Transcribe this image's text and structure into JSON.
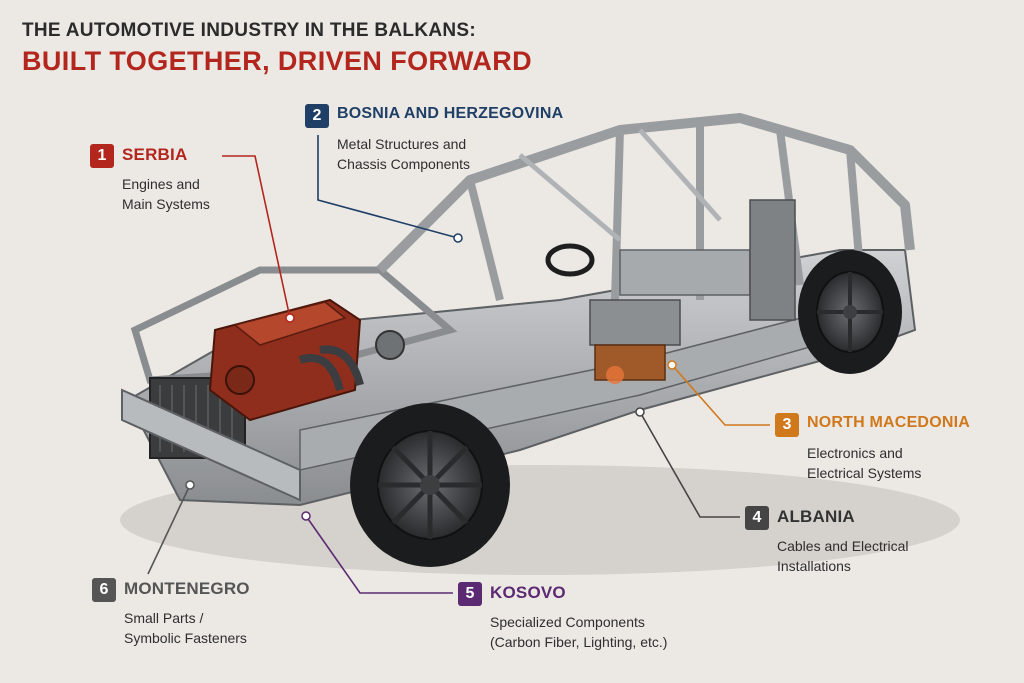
{
  "title": {
    "line1": "THE AUTOMOTIVE INDUSTRY IN THE BALKANS:",
    "line2": "BUILT TOGETHER, DRIVEN FORWARD"
  },
  "callouts": [
    {
      "number": "1",
      "country": "SERBIA",
      "desc": [
        "Engines and",
        "Main Systems"
      ],
      "color": "#b3261e"
    },
    {
      "number": "2",
      "country": "BOSNIA AND HERZEGOVINA",
      "desc": [
        "Metal Structures and",
        "Chassis Components"
      ],
      "color": "#1f3f66"
    },
    {
      "number": "3",
      "country": "NORTH MACEDONIA",
      "desc": [
        "Electronics and",
        "Electrical Systems"
      ],
      "color": "#d0781c"
    },
    {
      "number": "4",
      "country": "ALBANIA",
      "desc": [
        "Cables and Electrical",
        "Installations"
      ],
      "color": "#454545"
    },
    {
      "number": "5",
      "country": "KOSOVO",
      "desc": [
        "Specialized Components",
        "(Carbon Fiber, Lighting, etc.)"
      ],
      "color": "#5b2a72"
    },
    {
      "number": "6",
      "country": "MONTENEGRO",
      "desc": [
        "Small Parts /",
        "Symbolic Fasteners"
      ],
      "color": "#555555"
    }
  ]
}
